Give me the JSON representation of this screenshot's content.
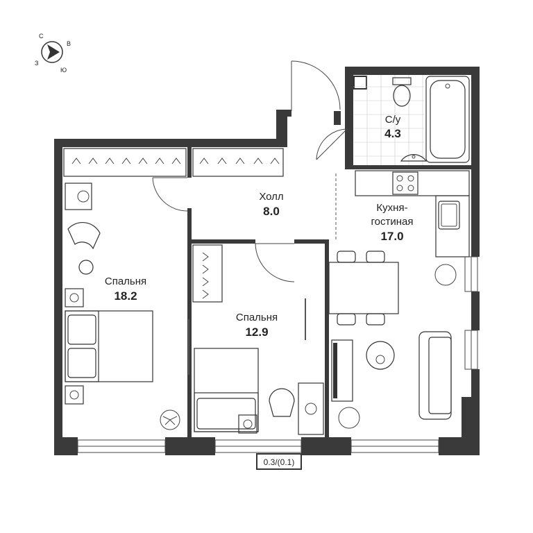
{
  "compass": {
    "n": "С",
    "e": "В",
    "s": "Ю",
    "w": "З"
  },
  "rooms": {
    "bedroom_large": {
      "name": "Спальня",
      "area": "18.2"
    },
    "hall": {
      "name": "Холл",
      "area": "8.0"
    },
    "bathroom": {
      "name": "С/у",
      "area": "4.3"
    },
    "kitchen": {
      "name_line1": "Кухня-",
      "name_line2": "гостиная",
      "area": "17.0"
    },
    "bedroom_small": {
      "name": "Спальня",
      "area": "12.9"
    }
  },
  "balcony_note": "0.3/(0.1)"
}
